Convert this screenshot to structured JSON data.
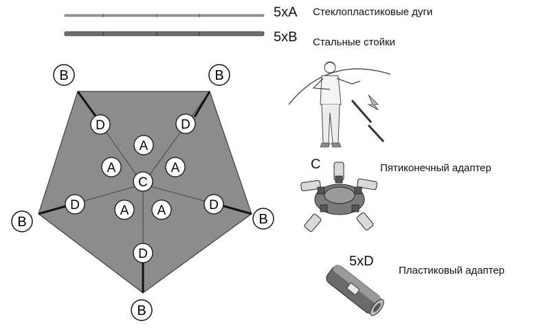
{
  "parts": [
    {
      "code": "5xA",
      "name": "Стеклопластиковые дуги"
    },
    {
      "code": "5xB",
      "name": "Стальные стойки"
    },
    {
      "code": "C",
      "name": "Пятиконечный адаптер"
    },
    {
      "code": "5xD",
      "name": "Пластиковый адаптер"
    }
  ],
  "diagram": {
    "corner_label": "B",
    "hub_label": "C",
    "pole_label": "A",
    "adapter_label": "D"
  },
  "colors": {
    "panel": "#8c8c8c",
    "seam": "#4a4a4a",
    "outline": "#111111"
  }
}
